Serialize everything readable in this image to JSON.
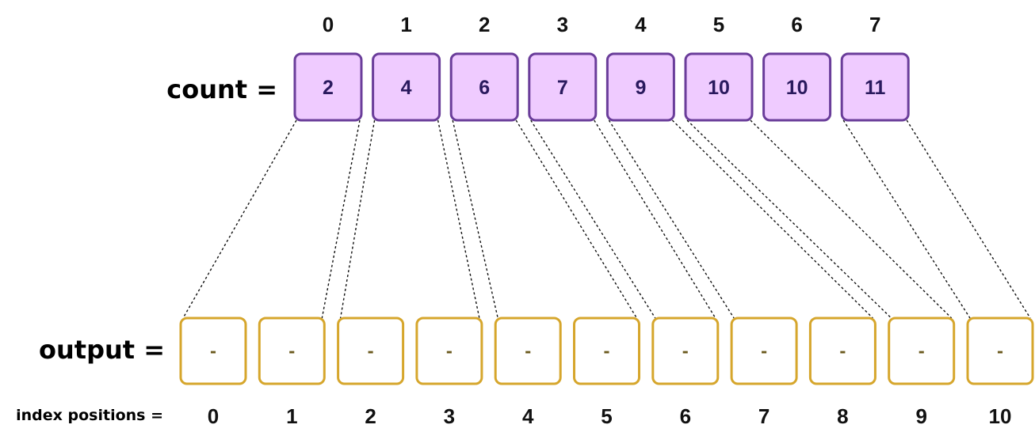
{
  "labels": {
    "count": "count =",
    "output": "output =",
    "index_positions": "index positions ="
  },
  "count": {
    "indices": [
      "0",
      "1",
      "2",
      "3",
      "4",
      "5",
      "6",
      "7"
    ],
    "values": [
      "2",
      "4",
      "6",
      "7",
      "9",
      "10",
      "10",
      "11"
    ]
  },
  "output": {
    "values": [
      "-",
      "-",
      "-",
      "-",
      "-",
      "-",
      "-",
      "-",
      "-",
      "-",
      "-"
    ],
    "indices": [
      "0",
      "1",
      "2",
      "3",
      "4",
      "5",
      "6",
      "7",
      "8",
      "9",
      "10"
    ]
  },
  "colors": {
    "count_fill": "#efcbff",
    "count_stroke": "#6a3d9a",
    "output_fill": "#ffffff",
    "output_stroke": "#d6a62c",
    "connector": "#111111"
  }
}
